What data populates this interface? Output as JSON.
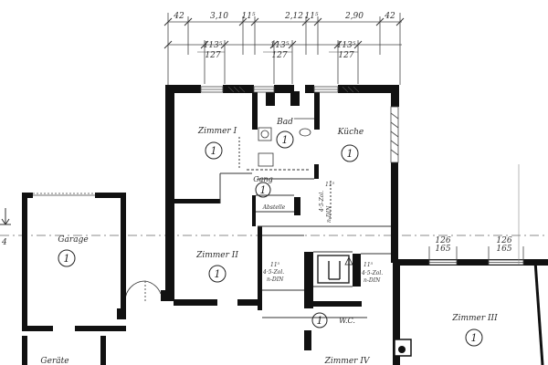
{
  "dimensions": {
    "top_row": [
      "42",
      "3,10",
      "11⁵",
      "2,12",
      "11⁵",
      "2,90",
      "42"
    ],
    "window_row_top": [
      "113⁵",
      "113⁵",
      "113⁵"
    ],
    "window_row_bottom": [
      "127",
      "127",
      "127"
    ],
    "right_window_top": [
      "126",
      "126"
    ],
    "right_window_bottom": [
      "165",
      "165"
    ]
  },
  "rooms": {
    "zimmer_1": {
      "label": "Zimmer I",
      "number": "1"
    },
    "bad": {
      "label": "Bad",
      "number": "1"
    },
    "kueche": {
      "label": "Küche",
      "number": "1"
    },
    "gang": {
      "label": "Gang",
      "number": "1"
    },
    "abstelle": {
      "label": "Abstelle"
    },
    "zimmer_2": {
      "label": "Zimmer II",
      "number": "1"
    },
    "garage": {
      "label": "Garage",
      "number": "1"
    },
    "wc": {
      "label": "W.C.",
      "number": "1"
    },
    "zimmer_3": {
      "label": "Zimmer III",
      "number": "1"
    },
    "zimmer_4": {
      "label": "Zimmer IV"
    },
    "geraete": {
      "label": "Geräte"
    }
  },
  "notes": {
    "chimney_1": [
      "4·5-Zol.",
      "n-DIN"
    ],
    "chimney_2": [
      "4·5-Zol.",
      "n-DIN"
    ],
    "chimney_3": [
      "4·5-Zol.",
      "n-DIN"
    ],
    "chimney_1_top": "11⁵",
    "chimney_2_top": "11⁵",
    "chimney_3_top": "11⁵"
  },
  "margin": {
    "left_mark": "4"
  }
}
